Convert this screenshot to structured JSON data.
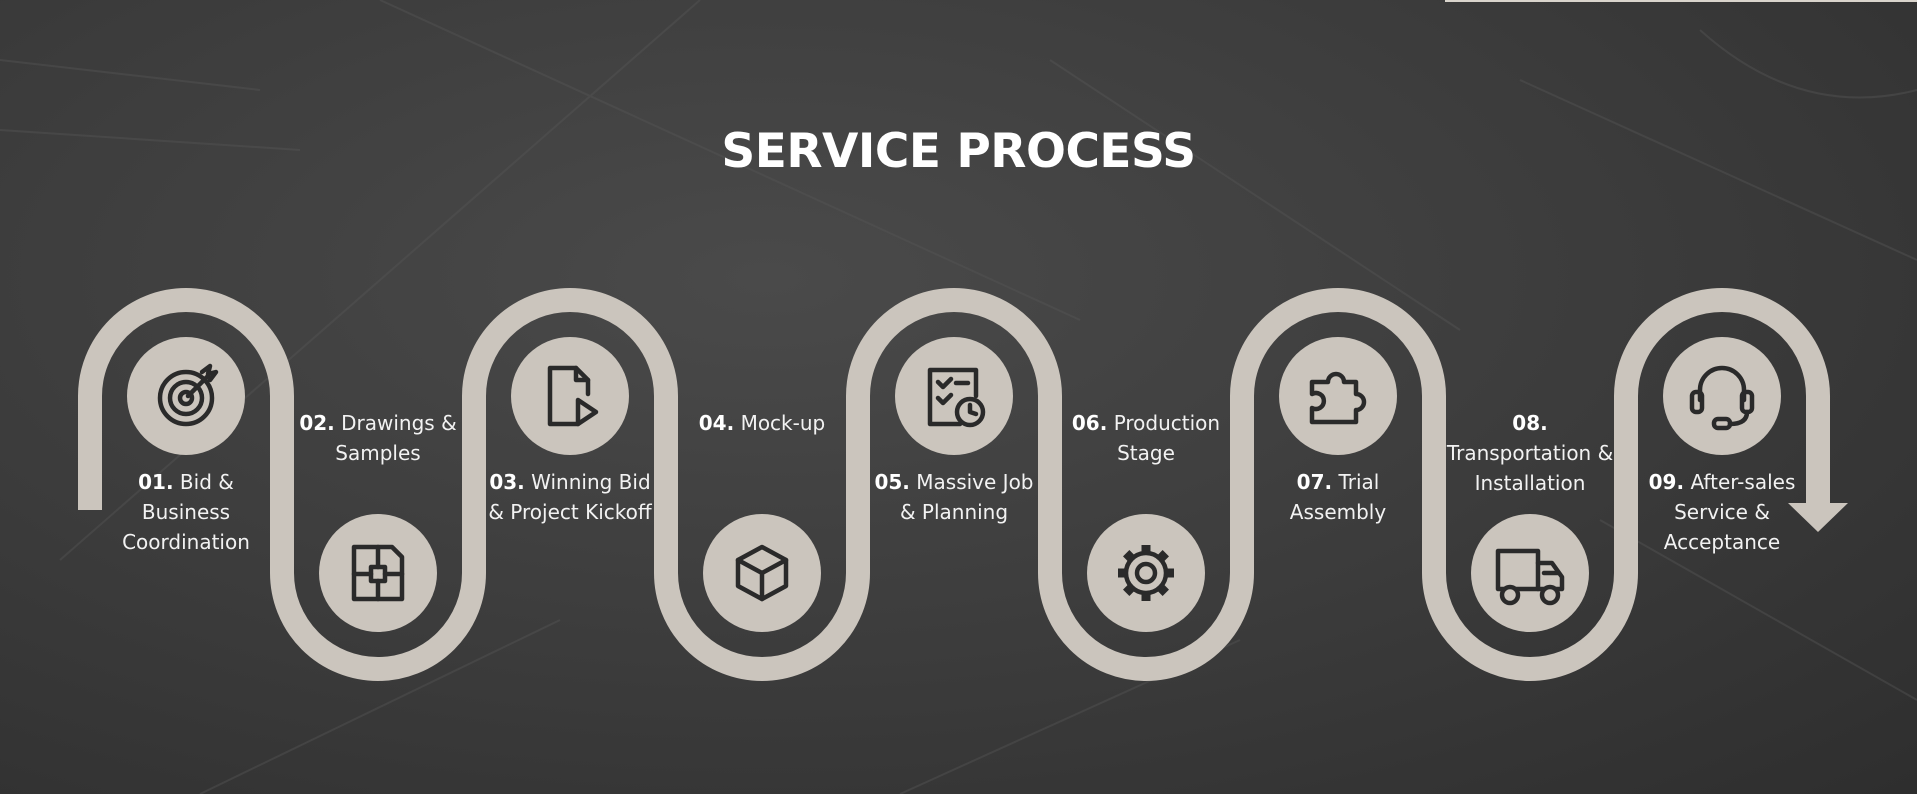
{
  "title": "SERVICE PROCESS",
  "colors": {
    "background": "#3b3b3b",
    "track": "#cbc5bd",
    "icon": "#2a2a2a",
    "text": "#f2f2f2"
  },
  "steps": [
    {
      "number": "01.",
      "text": "Bid & Business Coordination",
      "icon": "target-icon"
    },
    {
      "number": "02.",
      "text": "Drawings & Samples",
      "icon": "blueprint-icon"
    },
    {
      "number": "03.",
      "text": "Winning Bid & Project Kickoff",
      "icon": "document-play-icon"
    },
    {
      "number": "04.",
      "text": "Mock-up",
      "icon": "cube-icon"
    },
    {
      "number": "05.",
      "text": "Massive Job & Planning",
      "icon": "checklist-clock-icon"
    },
    {
      "number": "06.",
      "text": "Production Stage",
      "icon": "gear-icon"
    },
    {
      "number": "07.",
      "text": "Trial Assembly",
      "icon": "puzzle-icon"
    },
    {
      "number": "08.",
      "text": "Transportation & Installation",
      "icon": "truck-icon"
    },
    {
      "number": "09.",
      "text": "After-sales Service & Acceptance",
      "icon": "headset-icon"
    }
  ]
}
